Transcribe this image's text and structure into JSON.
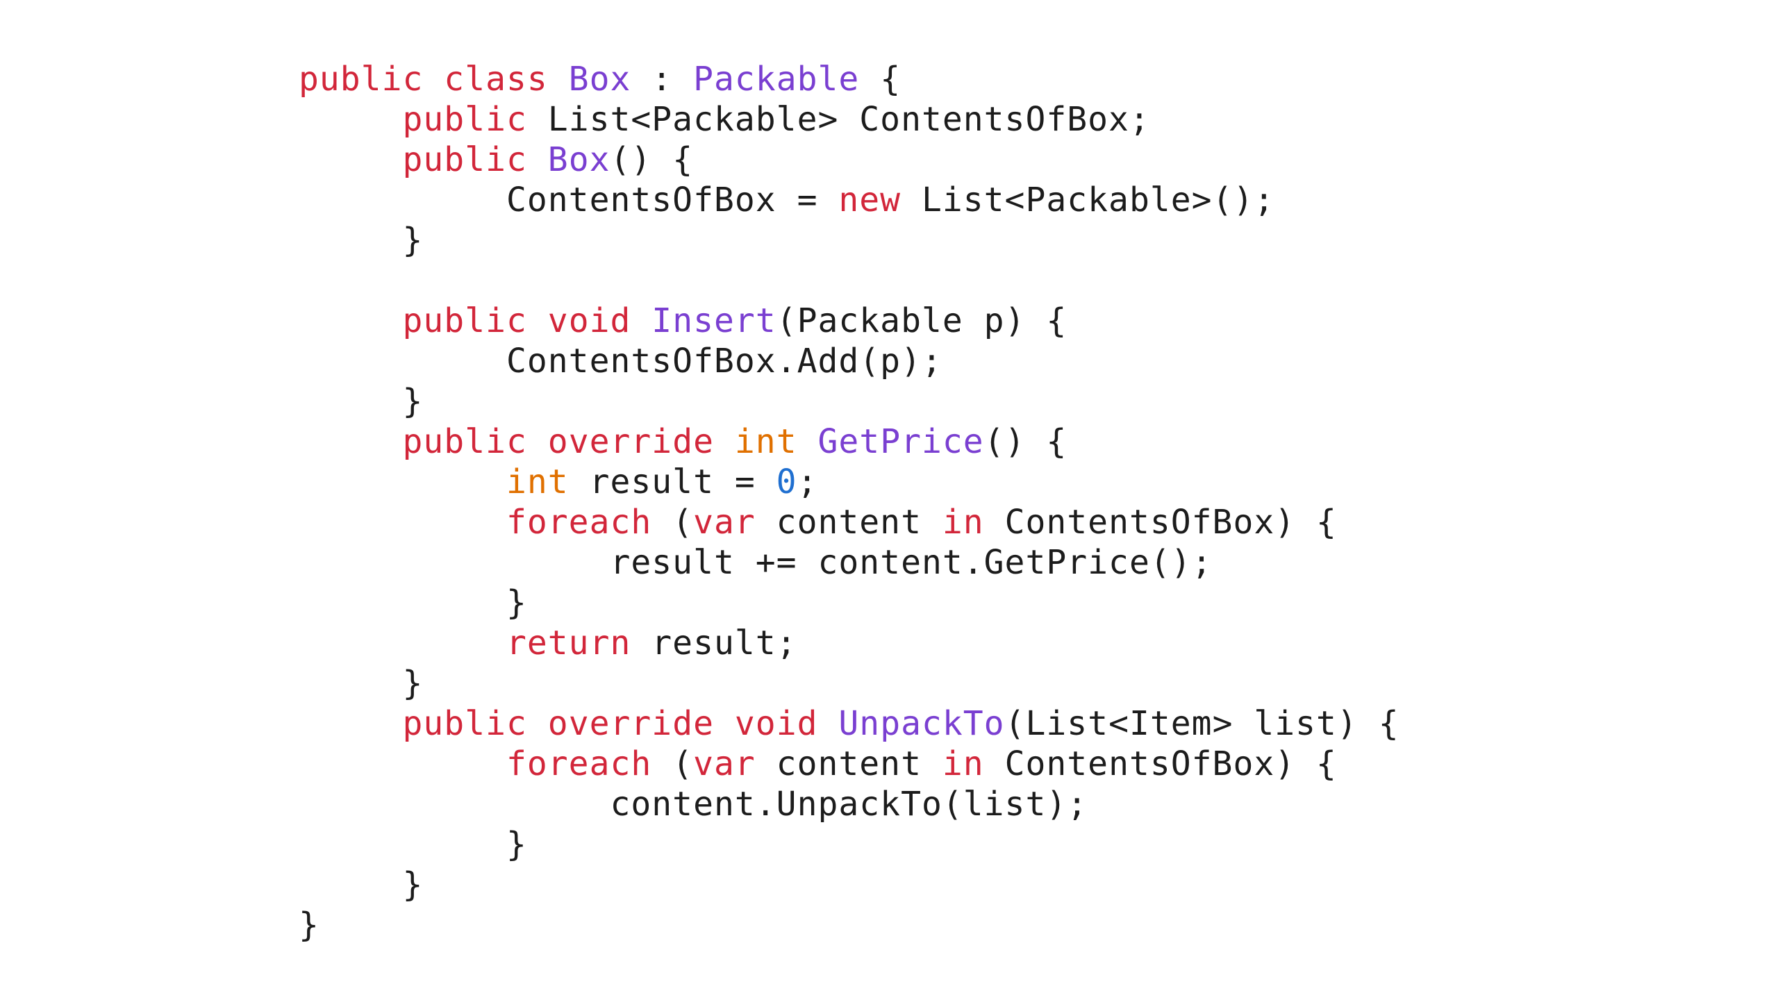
{
  "code": {
    "indent_unit": "     ",
    "colors": {
      "keyword": "#d2263a",
      "type": "#7a3fd1",
      "method": "#7a3fd1",
      "primitive": "#e07000",
      "number": "#1f6fd0",
      "plain": "#1c1c1c",
      "background": "#ffffff"
    },
    "lines": [
      {
        "indent": 0,
        "tokens": [
          {
            "t": "public",
            "c": "k"
          },
          {
            "t": " ",
            "c": "p"
          },
          {
            "t": "class",
            "c": "k"
          },
          {
            "t": " ",
            "c": "p"
          },
          {
            "t": "Box",
            "c": "t"
          },
          {
            "t": " : ",
            "c": "p"
          },
          {
            "t": "Packable",
            "c": "t"
          },
          {
            "t": " {",
            "c": "p"
          }
        ]
      },
      {
        "indent": 1,
        "tokens": [
          {
            "t": "public",
            "c": "k"
          },
          {
            "t": " List<Packable> ContentsOfBox;",
            "c": "p"
          }
        ]
      },
      {
        "indent": 1,
        "tokens": [
          {
            "t": "public",
            "c": "k"
          },
          {
            "t": " ",
            "c": "p"
          },
          {
            "t": "Box",
            "c": "t"
          },
          {
            "t": "() {",
            "c": "p"
          }
        ]
      },
      {
        "indent": 2,
        "tokens": [
          {
            "t": "ContentsOfBox = ",
            "c": "p"
          },
          {
            "t": "new",
            "c": "k"
          },
          {
            "t": " List<Packable>();",
            "c": "p"
          }
        ]
      },
      {
        "indent": 1,
        "tokens": [
          {
            "t": "}",
            "c": "p"
          }
        ]
      },
      {
        "indent": 0,
        "tokens": []
      },
      {
        "indent": 1,
        "tokens": [
          {
            "t": "public",
            "c": "k"
          },
          {
            "t": " ",
            "c": "p"
          },
          {
            "t": "void",
            "c": "k"
          },
          {
            "t": " ",
            "c": "p"
          },
          {
            "t": "Insert",
            "c": "m"
          },
          {
            "t": "(Packable p) {",
            "c": "p"
          }
        ]
      },
      {
        "indent": 2,
        "tokens": [
          {
            "t": "ContentsOfBox.Add(p);",
            "c": "p"
          }
        ]
      },
      {
        "indent": 1,
        "tokens": [
          {
            "t": "}",
            "c": "p"
          }
        ]
      },
      {
        "indent": 1,
        "tokens": [
          {
            "t": "public",
            "c": "k"
          },
          {
            "t": " ",
            "c": "p"
          },
          {
            "t": "override",
            "c": "k"
          },
          {
            "t": " ",
            "c": "p"
          },
          {
            "t": "int",
            "c": "o"
          },
          {
            "t": " ",
            "c": "p"
          },
          {
            "t": "GetPrice",
            "c": "m"
          },
          {
            "t": "() {",
            "c": "p"
          }
        ]
      },
      {
        "indent": 2,
        "tokens": [
          {
            "t": "int",
            "c": "o"
          },
          {
            "t": " result = ",
            "c": "p"
          },
          {
            "t": "0",
            "c": "n"
          },
          {
            "t": ";",
            "c": "p"
          }
        ]
      },
      {
        "indent": 2,
        "tokens": [
          {
            "t": "foreach",
            "c": "k"
          },
          {
            "t": " (",
            "c": "p"
          },
          {
            "t": "var",
            "c": "k"
          },
          {
            "t": " content ",
            "c": "p"
          },
          {
            "t": "in",
            "c": "k"
          },
          {
            "t": " ContentsOfBox) {",
            "c": "p"
          }
        ]
      },
      {
        "indent": 3,
        "tokens": [
          {
            "t": "result += content.GetPrice();",
            "c": "p"
          }
        ]
      },
      {
        "indent": 2,
        "tokens": [
          {
            "t": "}",
            "c": "p"
          }
        ]
      },
      {
        "indent": 2,
        "tokens": [
          {
            "t": "return",
            "c": "k"
          },
          {
            "t": " result;",
            "c": "p"
          }
        ]
      },
      {
        "indent": 1,
        "tokens": [
          {
            "t": "}",
            "c": "p"
          }
        ]
      },
      {
        "indent": 1,
        "tokens": [
          {
            "t": "public",
            "c": "k"
          },
          {
            "t": " ",
            "c": "p"
          },
          {
            "t": "override",
            "c": "k"
          },
          {
            "t": " ",
            "c": "p"
          },
          {
            "t": "void",
            "c": "k"
          },
          {
            "t": " ",
            "c": "p"
          },
          {
            "t": "UnpackTo",
            "c": "m"
          },
          {
            "t": "(List<Item> list) {",
            "c": "p"
          }
        ]
      },
      {
        "indent": 2,
        "tokens": [
          {
            "t": "foreach",
            "c": "k"
          },
          {
            "t": " (",
            "c": "p"
          },
          {
            "t": "var",
            "c": "k"
          },
          {
            "t": " content ",
            "c": "p"
          },
          {
            "t": "in",
            "c": "k"
          },
          {
            "t": " ContentsOfBox) {",
            "c": "p"
          }
        ]
      },
      {
        "indent": 3,
        "tokens": [
          {
            "t": "content.UnpackTo(list);",
            "c": "p"
          }
        ]
      },
      {
        "indent": 2,
        "tokens": [
          {
            "t": "}",
            "c": "p"
          }
        ]
      },
      {
        "indent": 1,
        "tokens": [
          {
            "t": "}",
            "c": "p"
          }
        ]
      },
      {
        "indent": 0,
        "tokens": [
          {
            "t": "}",
            "c": "p"
          }
        ]
      }
    ]
  }
}
